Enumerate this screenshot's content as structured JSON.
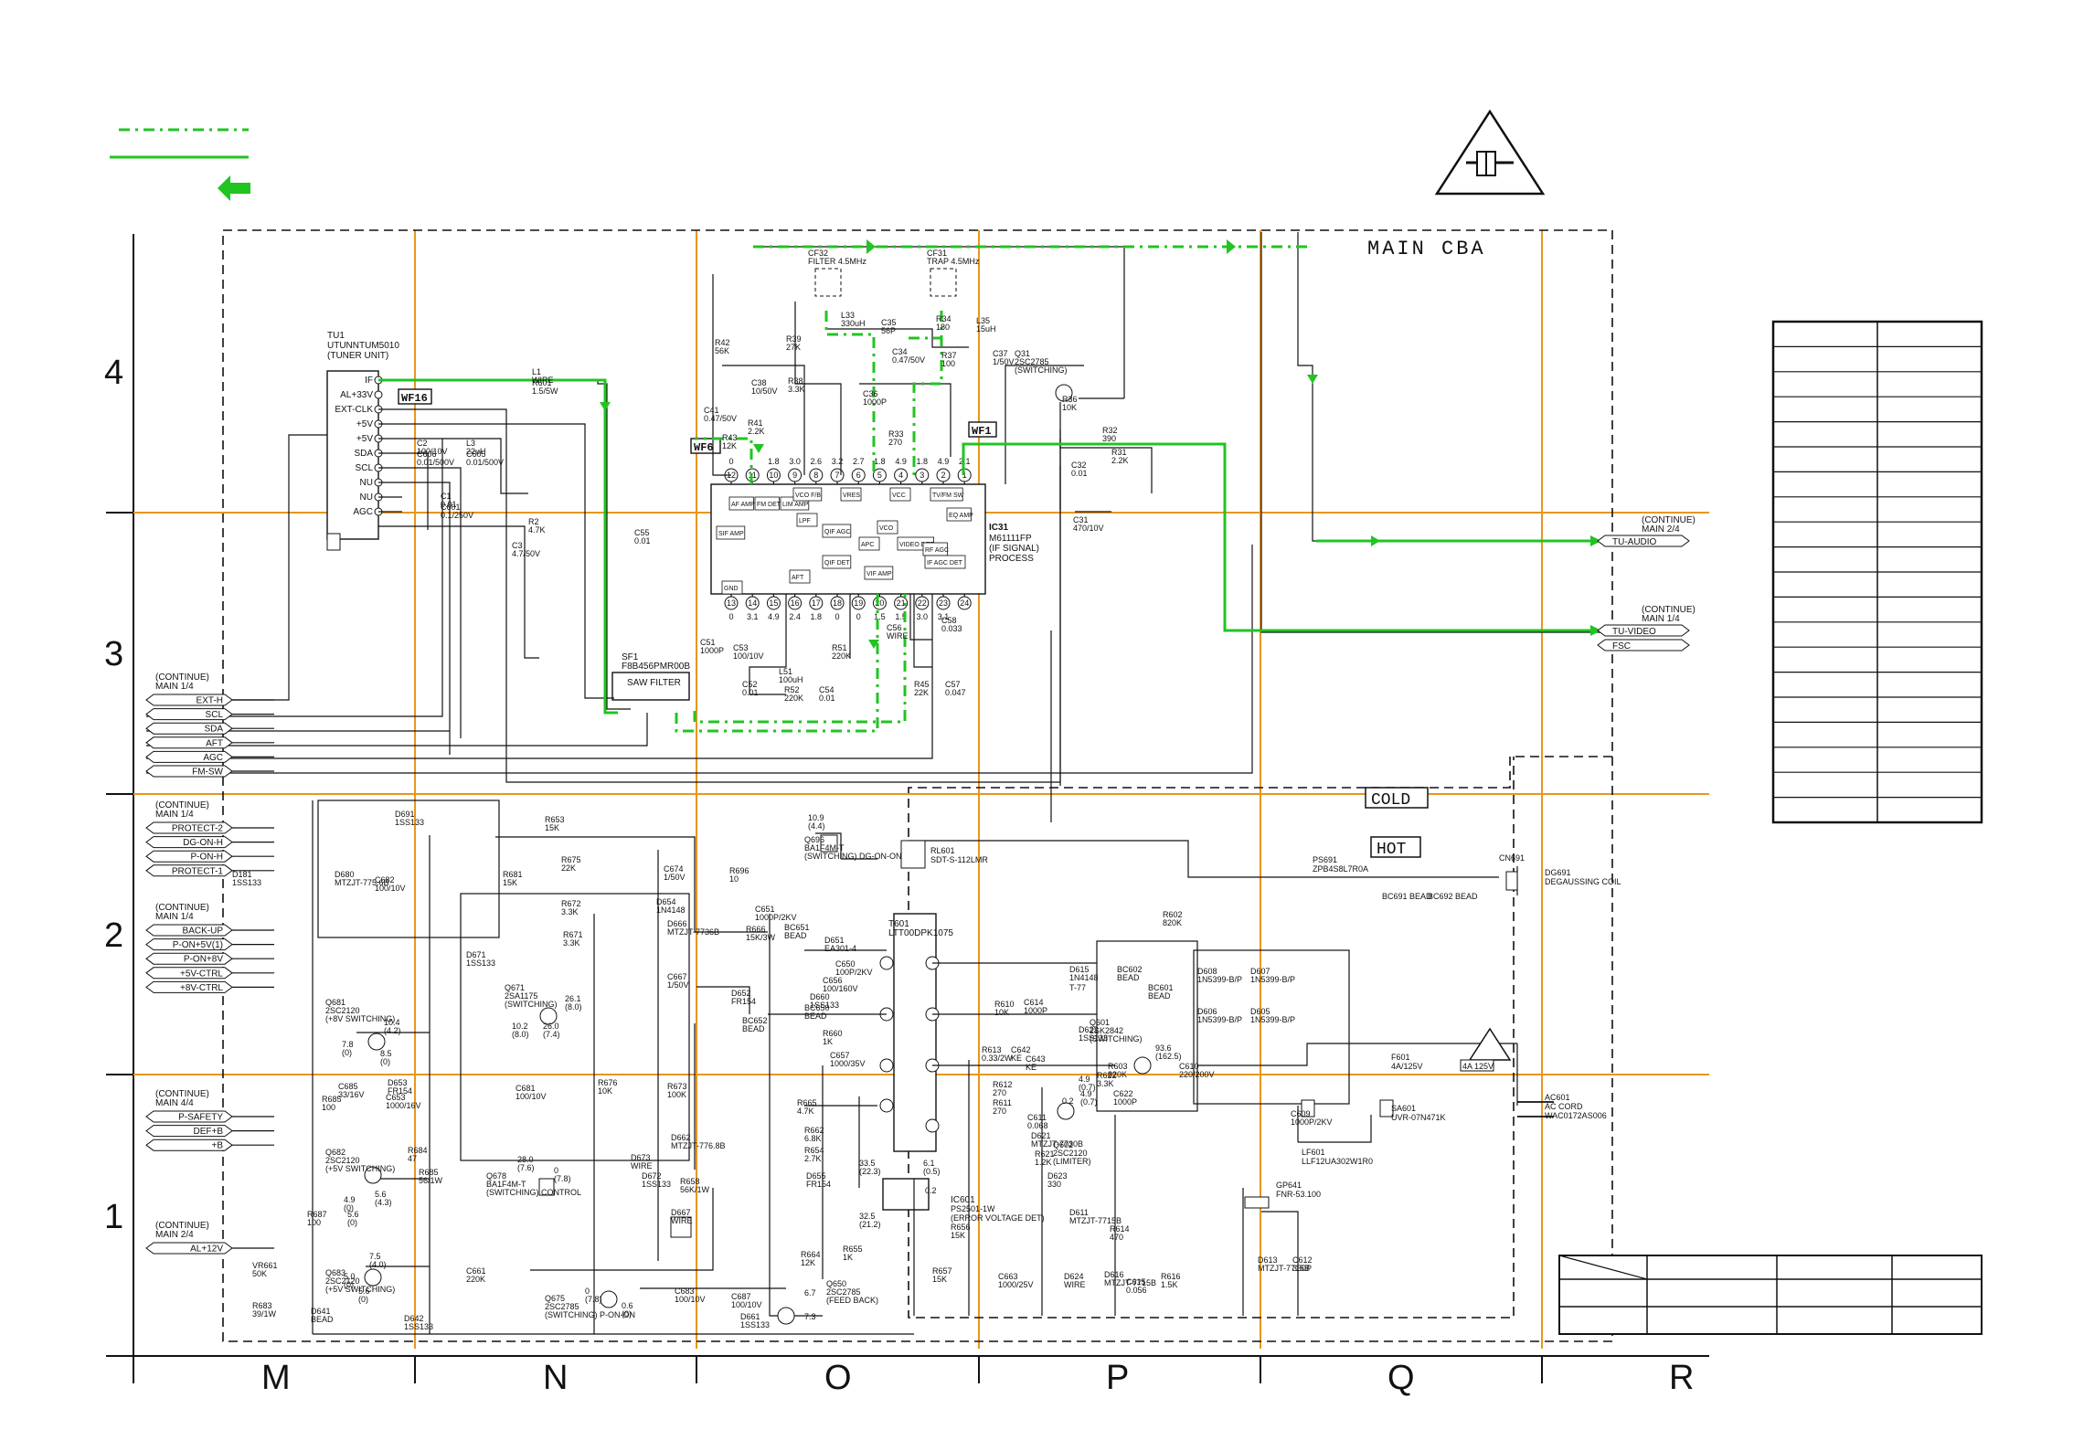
{
  "page": {
    "section": "MAIN CBA",
    "cold_label": "COLD",
    "hot_label": "HOT",
    "wf_markers": [
      "WF16",
      "WF6",
      "WF1"
    ]
  },
  "grid": {
    "rows": [
      "4",
      "3",
      "2",
      "1"
    ],
    "cols": [
      "M",
      "N",
      "O",
      "P",
      "Q",
      "R"
    ]
  },
  "tuner": {
    "ref": "TU1",
    "part": "UTUNNTUM5010",
    "desc": "(TUNER UNIT)",
    "pins": [
      "IF",
      "AL+33V",
      "EXT-CLK",
      "+5V",
      "+5V",
      "SDA",
      "SCL",
      "NU",
      "NU",
      "AGC"
    ]
  },
  "ic": {
    "ref": "IC31",
    "part": "M61111FP",
    "desc1": "(IF SIGNAL)",
    "desc2": "PROCESS",
    "top_pins": [
      "12",
      "11",
      "10",
      "9",
      "8",
      "7",
      "6",
      "5",
      "4",
      "3",
      "2",
      "1"
    ],
    "bottom_pins": [
      "13",
      "14",
      "15",
      "16",
      "17",
      "18",
      "19",
      "20",
      "21",
      "22",
      "23",
      "24"
    ],
    "top_volts": [
      "0",
      "",
      "1.8",
      "3.0",
      "2.6",
      "3.2",
      "2.7",
      "1.8",
      "4.9",
      "1.8",
      "4.9",
      "2.1"
    ],
    "bottom_volts": [
      "0",
      "3.1",
      "4.9",
      "2.4",
      "1.8",
      "0",
      "0",
      "1.5",
      "1.5",
      "3.0",
      "3.1",
      ""
    ],
    "blocks": [
      "AF AMP",
      "FM DET",
      "LIM AMP",
      "SIF AMP",
      "LPF",
      "QIF AGC",
      "APC",
      "VCO",
      "VIDEO DET",
      "RF AGC",
      "AFT",
      "QIF DET",
      "VIF AMP",
      "IF AGC DET",
      "EQ AMP",
      "TV/FM SW",
      "VCC",
      "GND",
      "VRES",
      "VCO F/B"
    ]
  },
  "saw": {
    "ref": "SF1",
    "part": "F8B456PMR00B",
    "label": "SAW FILTER"
  },
  "left_connectors": {
    "group1": {
      "title": [
        "(CONTINUE)",
        "MAIN 1/4"
      ],
      "signals": [
        "EXT-H",
        "SCL",
        "SDA",
        "AFT",
        "AGC",
        "FM-SW"
      ]
    },
    "group2": {
      "title": [
        "(CONTINUE)",
        "MAIN 1/4"
      ],
      "signals": [
        "PROTECT-2",
        "DG-ON-H",
        "P-ON-H",
        "PROTECT-1"
      ]
    },
    "group3": {
      "title": [
        "(CONTINUE)",
        "MAIN 1/4"
      ],
      "signals": [
        "BACK-UP",
        "P-ON+5V(1)",
        "P-ON+8V",
        "+5V-CTRL",
        "+8V-CTRL"
      ]
    },
    "group4": {
      "title": [
        "(CONTINUE)",
        "MAIN 4/4"
      ],
      "signals": [
        "P-SAFETY",
        "DEF+B",
        "+B"
      ]
    },
    "group5": {
      "title": [
        "(CONTINUE)",
        "MAIN 2/4"
      ],
      "signals": [
        "AL+12V"
      ]
    }
  },
  "right_connectors": {
    "group1": {
      "title": [
        "(CONTINUE)",
        "MAIN 2/4"
      ],
      "signals": [
        "TU-AUDIO"
      ]
    },
    "group2": {
      "title": [
        "(CONTINUE)",
        "MAIN 1/4"
      ],
      "signals": [
        "TU-VIDEO",
        "FSC"
      ]
    }
  },
  "components": {
    "filters": [
      {
        "ref": "CF32",
        "val": "FILTER 4.5MHz"
      },
      {
        "ref": "CF31",
        "val": "TRAP 4.5MHz"
      }
    ],
    "transistors": [
      {
        "ref": "Q31",
        "part": "2SC2785",
        "func": "(SWITCHING)"
      },
      {
        "ref": "Q681",
        "part": "2SC2120",
        "func": "(+8V SWITCHING)"
      },
      {
        "ref": "Q671",
        "part": "2SA1175",
        "func": "(SWITCHING)"
      },
      {
        "ref": "Q682",
        "part": "2SC2120",
        "func": "(+5V SWITCHING)"
      },
      {
        "ref": "Q683",
        "part": "2SC2120",
        "func": "(+5V SWITCHING)"
      },
      {
        "ref": "Q678",
        "part": "BA1F4M-T",
        "func": "(SWITCHING) CONTROL"
      },
      {
        "ref": "Q675",
        "part": "2SC2785",
        "func": "(SWITCHING) P-ON-ON"
      },
      {
        "ref": "Q696",
        "part": "BA1F4M-T",
        "func": "(SWITCHING) DG-ON-ON"
      },
      {
        "ref": "Q601",
        "part": "2SK2842",
        "func": "(SWITCHING)"
      },
      {
        "ref": "Q602",
        "part": "2SC2120",
        "func": "(LIMITER)"
      },
      {
        "ref": "Q650",
        "part": "2SC2785",
        "func": "(FEED BACK)"
      }
    ],
    "ics": [
      {
        "ref": "IC601",
        "part": "PS2501-1W",
        "func": "(ERROR VOLTAGE DET)"
      }
    ],
    "transformer": {
      "ref": "T601",
      "part": "LTT00DPK1075"
    },
    "relay": {
      "ref": "RL601",
      "part": "SDT-S-112LMR"
    },
    "degauss": {
      "ref": "DG691",
      "val": "DEGAUSSING COIL"
    },
    "ps691": {
      "ref": "PS691",
      "part": "ZPB4S8L7R0A"
    },
    "ac_cord": {
      "ref": "AC601",
      "val": "AC CORD",
      "part": "WAC0172AS006"
    },
    "fuse": {
      "ref": "F601",
      "val": "4A/125V",
      "badge": "4A 125V"
    },
    "line_filter": {
      "ref": "LF601",
      "part": "LLF12UA302W1R0"
    },
    "varistor": {
      "ref": "SA601",
      "part": "UVR-07N471K"
    },
    "gap": {
      "ref": "GP641",
      "part": "FNR-53.100"
    },
    "connector": {
      "ref": "CN691"
    },
    "beads": [
      "BC691 BEAD",
      "BC692 BEAD"
    ],
    "diode_bridge": [
      "D608 1N5399-B/P",
      "D607 1N5399-B/P",
      "D606 1N5399-B/P",
      "D605 1N5399-B/P"
    ],
    "misc_labels": [
      "L1 WIRE",
      "C2 100/10V",
      "L3 22uH",
      "C1 0.01",
      "R2 4.7K",
      "C3 4.7/50V",
      "C55 0.01",
      "R42 56K",
      "R39 27K",
      "R38 3.3K",
      "C38 10/50V",
      "C41 0.47/50V",
      "R41 2.2K",
      "R43 12K",
      "L33 330uH",
      "C35 56P",
      "R34 180",
      "L35 15uH",
      "C34 0.47/50V",
      "R37 100",
      "C37 1/50V",
      "C36 1000P",
      "R33 270",
      "R36 10K",
      "R32 390",
      "R31 2.2K",
      "C32 0.01",
      "C31 470/10V",
      "C51 1000P",
      "C53 100/10V",
      "L51 100uH",
      "R51 220K",
      "C56 WIRE",
      "C58 0.033",
      "C52 0.01",
      "R52 220K",
      "C54 0.01",
      "R45 22K",
      "C57 0.047",
      "D691 1SS133",
      "R653 15K",
      "R675 22K",
      "D181 1SS133",
      "D680 MTZJT-775.6B",
      "C682 100/10V",
      "R681 15K",
      "R672 3.3K",
      "R671 3.3K",
      "D671 1SS133",
      "C674 1/50V",
      "D654 1N4148",
      "D666 MTZJT-7736B",
      "C667 1/50V",
      "R696 10",
      "C651 1000P/2KV",
      "R666 15K/3W",
      "BC651 BEAD",
      "D651 EA301-4",
      "C650 100P/2KV",
      "C656 100/160V",
      "BC650 BEAD",
      "D652 FR154",
      "BC652 BEAD",
      "D660 1SS133",
      "R660 1K",
      "C657 1000/35V",
      "D653 FR154",
      "C653 1000/16V",
      "C685 33/16V",
      "R685 100",
      "C681 100/10V",
      "R676 10K",
      "R673 100K",
      "D662 MTZJT-776.8B",
      "R684 47",
      "R685 56/1W",
      "R687 100",
      "D673 WIRE",
      "D672 1SS133",
      "R658 56K/1W",
      "D667 WIRE",
      "C661 220K",
      "VR661 50K",
      "R683 39/1W",
      "D641 BEAD",
      "D642 1SS133",
      "C683 100/10V",
      "C687 100/10V",
      "D661 1SS133",
      "R664 12K",
      "R665 4.7K",
      "R662 6.8K",
      "R654 2.7K",
      "D655 FR154",
      "R655 1K",
      "R656 15K",
      "R657 15K",
      "C663 1000/25V",
      "D624 WIRE",
      "D616 MTZJT-7715B",
      "C615 0.056",
      "R616 1.5K",
      "D613 MTZJT-7715B",
      "C612 330P",
      "R613 0.33/2W",
      "C642 KE",
      "C643 KE",
      "R612 270",
      "R611 270",
      "C611 0.068",
      "D621 MTZJT-7730B",
      "R621 1.2K",
      "D623 330",
      "D622 1SS133",
      "R622 3.3K",
      "C622 1000P",
      "D611 MTZJT-7715B",
      "R614 470",
      "C614 1000P",
      "R610 10K",
      "D615 1N4148",
      "T-77",
      "BC602 BEAD",
      "BC601 BEAD",
      "R602 820K",
      "R603 820K",
      "C610 220/200V",
      "C609 1000P/2KV",
      "R601 1.5/5W",
      "C606 0.01/500V",
      "C605 0.01/500V",
      "C601 0.1/250V"
    ]
  },
  "volts": [
    "10.9 (4.4)",
    "10.4 (4.2)",
    "7.8 (0)",
    "8.5 (0)",
    "10.2 (8.0)",
    "26.0 (7.4)",
    "26.1 (8.0)",
    "4.9 (0)",
    "5.6 (4.3)",
    "5.6 (0)",
    "28.0 (7.6)",
    "0 (7.8)",
    "7.5 (4.0)",
    "5.0 (0)",
    "5.6 (0)",
    "0 (7.8)",
    "0.6 (0)",
    "33.5 (22.3)",
    "32.5 (21.2)",
    "6.7",
    "7.3",
    "4.9 (0.7)",
    "93.6 (162.5)",
    "0.2",
    "4.9 (0.7)",
    "6.1 (0.5)",
    "0.2"
  ],
  "colors": {
    "signal_green": "#21c421",
    "grid_orange": "#e8961e",
    "line": "#111111"
  },
  "icons": [
    "isolation-transformer-icon",
    "back-arrow-icon",
    "wf-marker"
  ]
}
